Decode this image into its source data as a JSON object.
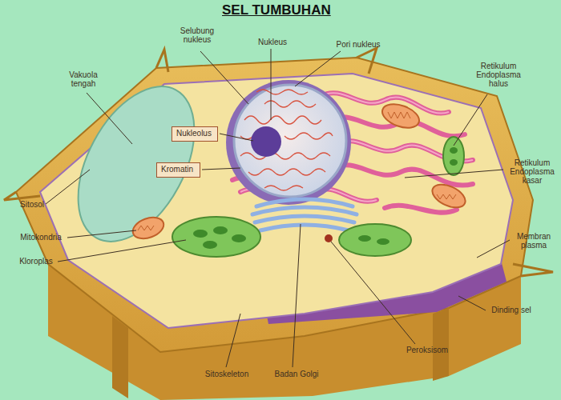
{
  "diagram": {
    "title": "SEL TUMBUHAN",
    "nodes": [
      {
        "text": [
          "Nukleolus"
        ]
      },
      {
        "text": [
          "Kromatin"
        ]
      }
    ],
    "labels": [
      "Selubung nukleus",
      "Nukleus",
      "Pori nukleus",
      "Retikulum Endoplasma halus",
      "Vakuola tengah",
      "Sitosol",
      "Retikulum Endoplasma kasar",
      "Mitokondria",
      "Kloroplas",
      "Membran plasma",
      "Dinding sel",
      "Peroksisom",
      "Sitoskeleton",
      "Badan Golgi"
    ]
  }
}
